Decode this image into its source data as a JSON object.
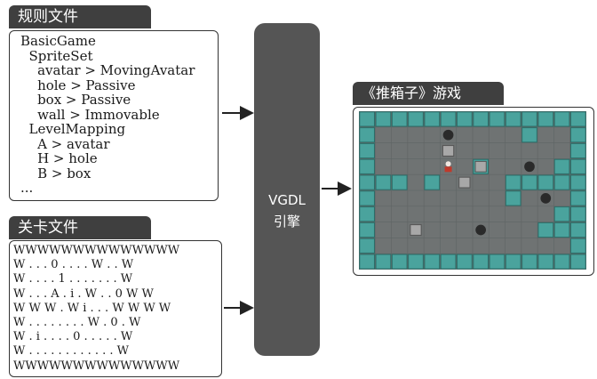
{
  "rules": {
    "title": "规则文件",
    "lines": [
      "BasicGame",
      "  SpriteSet",
      "    avatar > MovingAvatar",
      "    hole > Passive",
      "    box > Passive",
      "    wall > Immovable",
      "  LevelMapping",
      "    A > avatar",
      "    H > hole",
      "    B > box",
      "..."
    ]
  },
  "level": {
    "title": "关卡文件",
    "rows": [
      "WWWWWWWWWWWWWW",
      "W . . . 0 . . . . W . . W",
      "W . . . . 1 . . . . . . . W",
      "W . . . A . i . W . . 0 W W",
      "W W W . W i . . . W W W W",
      "W . . . . . . . . W . 0 . W",
      "W . i . . . . 0 . . . . . W",
      "W . . . . . . . . . . . . W",
      "WWWWWWWWWWWWWW"
    ]
  },
  "engine": {
    "line1": "VGDL",
    "line2": "引擎"
  },
  "game": {
    "title": "《推箱子》游戏",
    "colors": {
      "floor": "#6f7373",
      "wall": "#4aa39d",
      "wall_dark": "#2c6f6a",
      "hole": "#2a2a2a",
      "box": "#a8a8a8",
      "border": "#2f4d4b"
    }
  }
}
